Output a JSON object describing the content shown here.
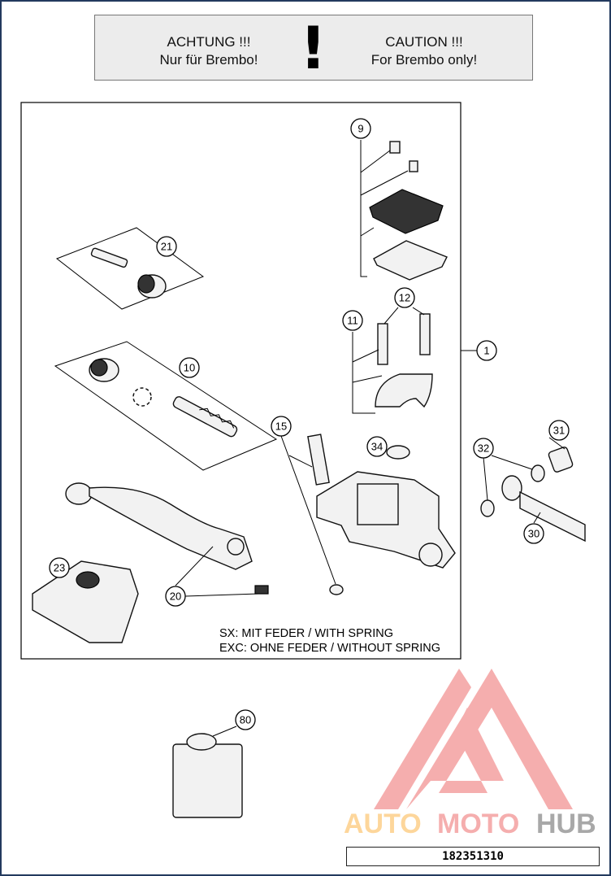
{
  "banner": {
    "left_line1": "ACHTUNG !!!",
    "left_line2": "Nur für Brembo!",
    "exclamation": "!",
    "right_line1": "CAUTION !!!",
    "right_line2": "For Brembo only!"
  },
  "callouts": {
    "c1": "1",
    "c9": "9",
    "c10": "10",
    "c11": "11",
    "c12": "12",
    "c15": "15",
    "c20": "20",
    "c21": "21",
    "c23": "23",
    "c30": "30",
    "c31": "31",
    "c32": "32",
    "c34": "34",
    "c80": "80"
  },
  "notes": {
    "sx": "SX: MIT FEDER / WITH SPRING",
    "exc": "EXC: OHNE FEDER / WITHOUT SPRING"
  },
  "watermark": {
    "part1": "AUTO",
    "part2": "MOTO",
    "part3": "HUB",
    "colors": [
      "#fdd08a",
      "#f4a0a0",
      "#999999"
    ]
  },
  "part_number": "182351310"
}
